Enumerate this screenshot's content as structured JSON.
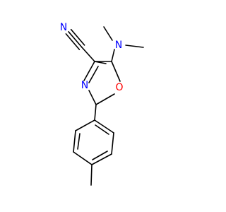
{
  "molecule": {
    "atoms": {
      "n_nitrile": {
        "text": "N",
        "color": "#0000ff"
      },
      "n_amine": {
        "text": "N",
        "color": "#0000ff"
      },
      "n_ring": {
        "text": "N",
        "color": "#0000ff"
      },
      "o_ring": {
        "text": "O",
        "color": "#ff0000"
      }
    },
    "bond_color": "#000000"
  }
}
